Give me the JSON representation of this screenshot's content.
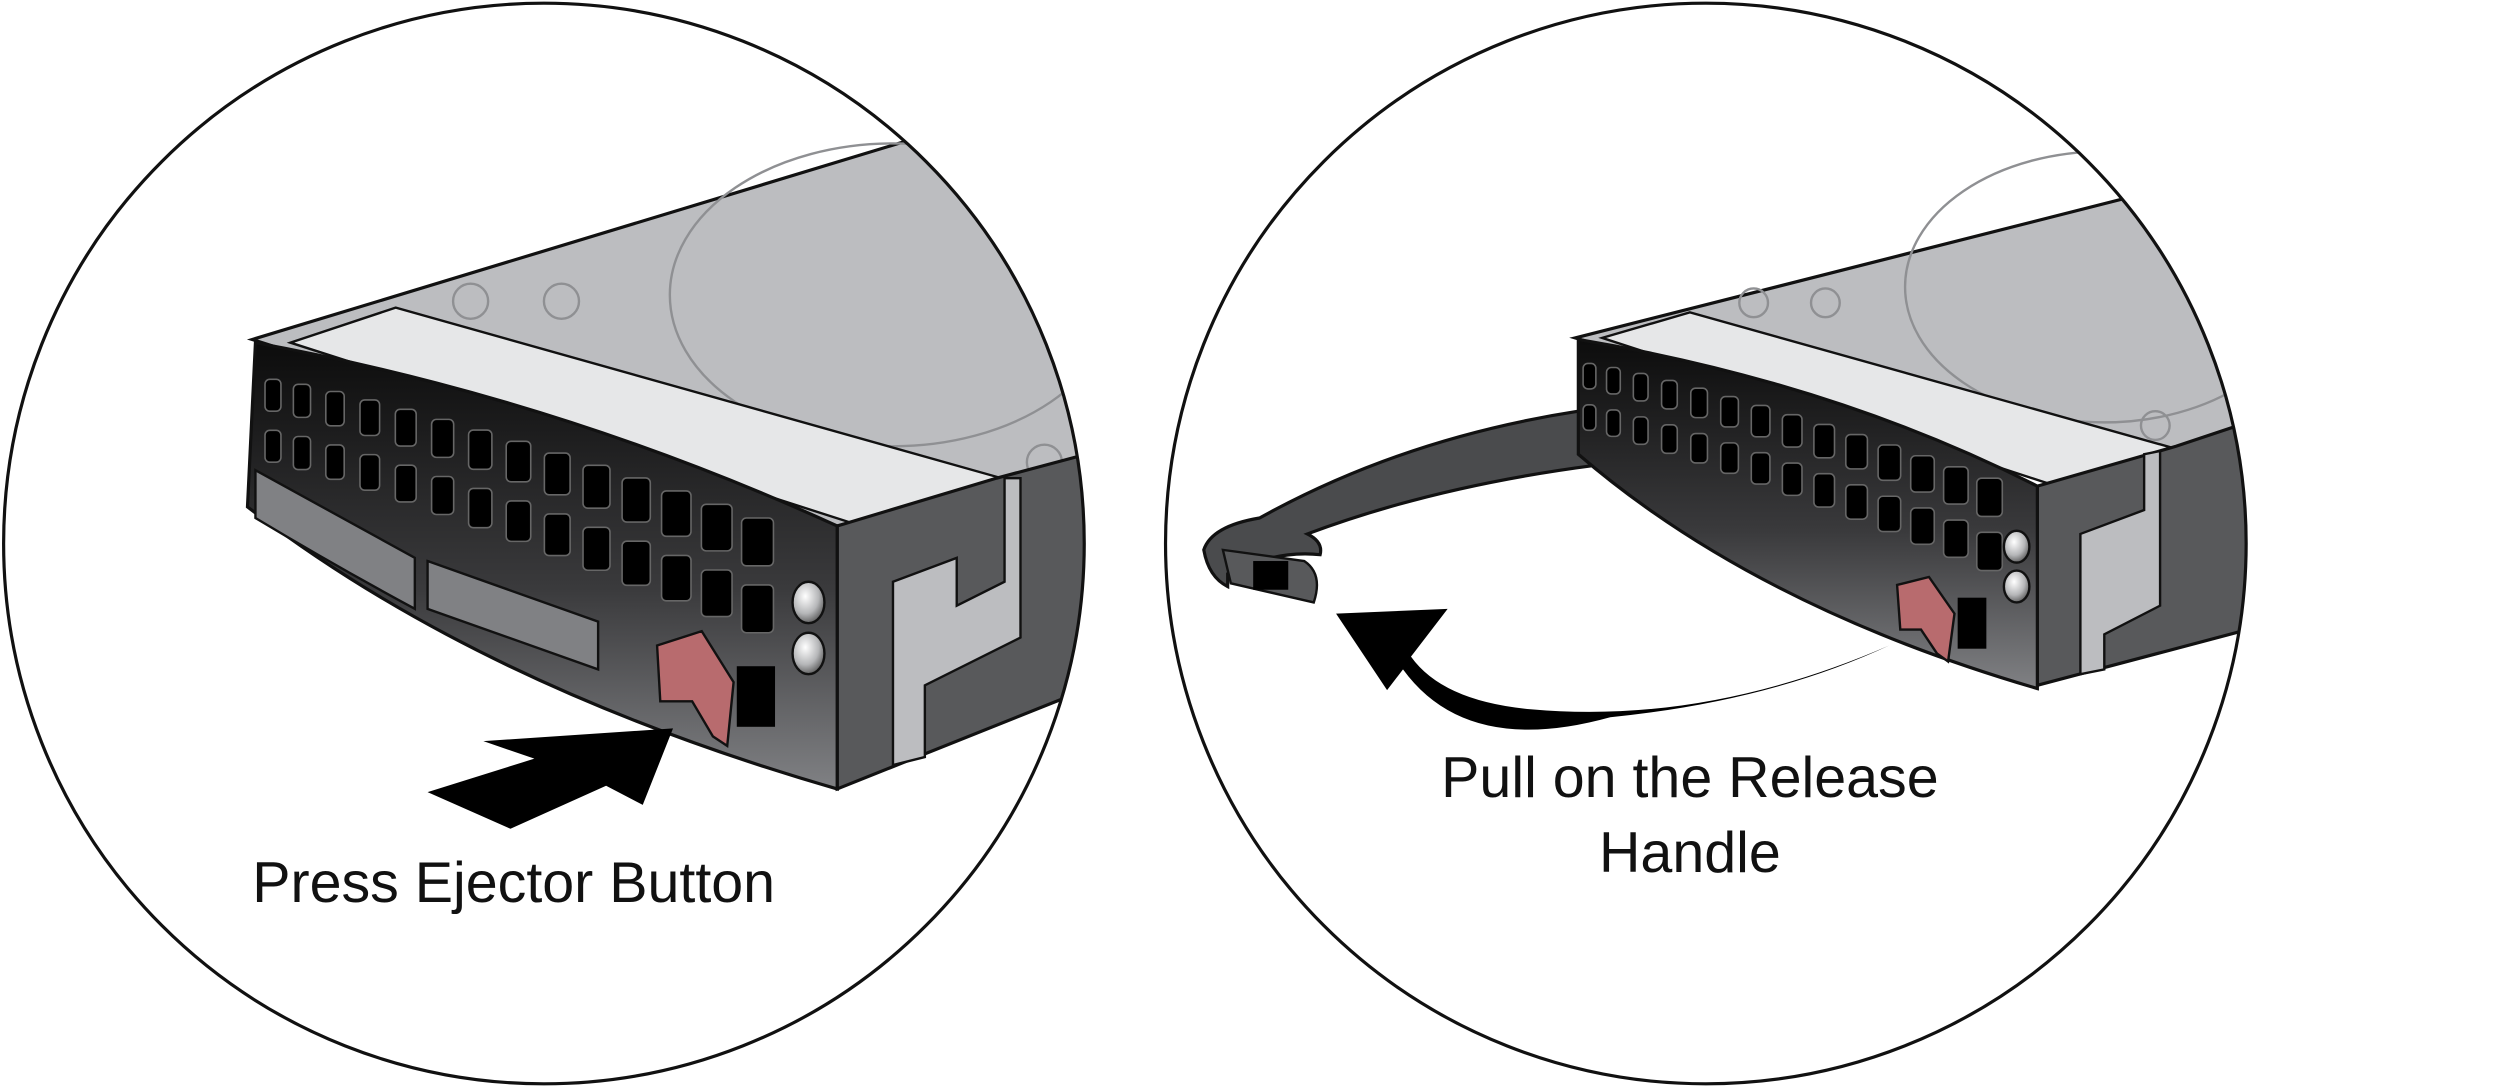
{
  "steps": [
    {
      "caption": "Press Ejector Button",
      "icon": "drive-ejector-press-illustration"
    },
    {
      "caption_lines": [
        "Pull on the Release",
        "Handle"
      ],
      "icon": "drive-release-handle-illustration"
    }
  ],
  "colors": {
    "drive_top": "#bcbdc0",
    "label_strip": "#e6e7e8",
    "front_dark": "#2b2b2c",
    "side": "#58595b",
    "ejector": "#b86b6e",
    "arrow": "#000000"
  }
}
